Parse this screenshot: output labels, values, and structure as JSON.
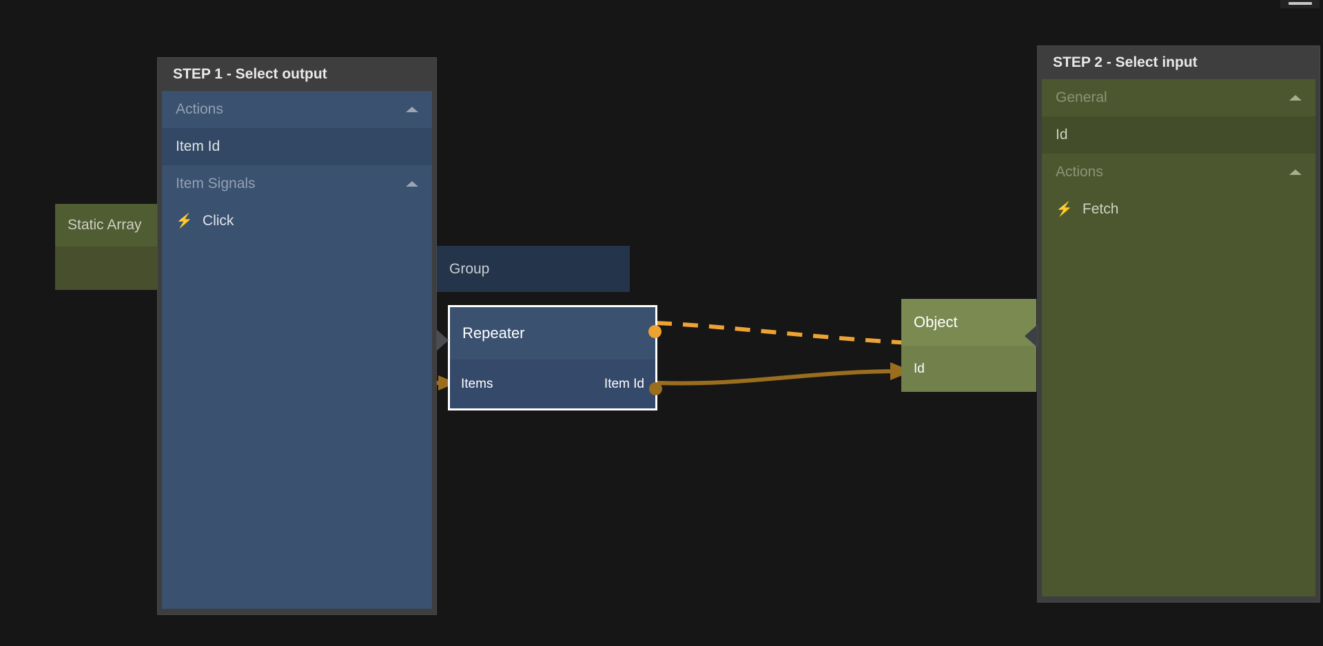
{
  "app": {
    "canvas_background": "#161616",
    "accent_signal": "#eda231",
    "accent_data": "#9a6e1e"
  },
  "top_menu": {
    "name": "hamburger-menu-icon"
  },
  "canvas": {
    "nodes": [
      {
        "id": "static-array",
        "title": "Static Array",
        "kind": "data",
        "color": "#4c5730",
        "rows": []
      },
      {
        "id": "group",
        "title": "Group",
        "kind": "visual",
        "color": "#24344a",
        "rows": []
      },
      {
        "id": "repeater",
        "title": "Repeater",
        "kind": "visual",
        "color": "#3a5170",
        "selected": true,
        "input_label": "Items",
        "output_label": "Item Id"
      },
      {
        "id": "object",
        "title": "Object",
        "kind": "data",
        "color": "#78874f",
        "input_label": "Id"
      }
    ],
    "connections": [
      {
        "id": "signal-edge",
        "from": "repeater.click-signal",
        "to": "object.fetch",
        "style": "dashed",
        "color": "#eda231"
      },
      {
        "id": "data-edge",
        "from": "repeater.item-id",
        "to": "object.id",
        "style": "solid",
        "color": "#9a6e1e"
      }
    ]
  },
  "step1": {
    "title": "STEP 1 - Select output",
    "theme": "#3a5170",
    "items": [
      {
        "label": "Actions",
        "type": "group-head",
        "expanded": true,
        "caret": "chevron-up-icon"
      },
      {
        "label": "Item Id",
        "type": "item"
      },
      {
        "label": "Item Signals",
        "type": "group-head",
        "expanded": true,
        "caret": "chevron-up-icon"
      },
      {
        "label": "Click",
        "type": "leaf",
        "icon": "bolt-icon",
        "glyph": "⚡"
      }
    ]
  },
  "step2": {
    "title": "STEP 2 - Select input",
    "theme": "#4c5730",
    "items": [
      {
        "label": "General",
        "type": "group-head",
        "expanded": true,
        "caret": "chevron-up-icon"
      },
      {
        "label": "Id",
        "type": "item"
      },
      {
        "label": "Actions",
        "type": "group-head",
        "expanded": true,
        "caret": "chevron-up-icon"
      },
      {
        "label": "Fetch",
        "type": "leaf",
        "icon": "bolt-icon",
        "glyph": "⚡"
      }
    ]
  }
}
